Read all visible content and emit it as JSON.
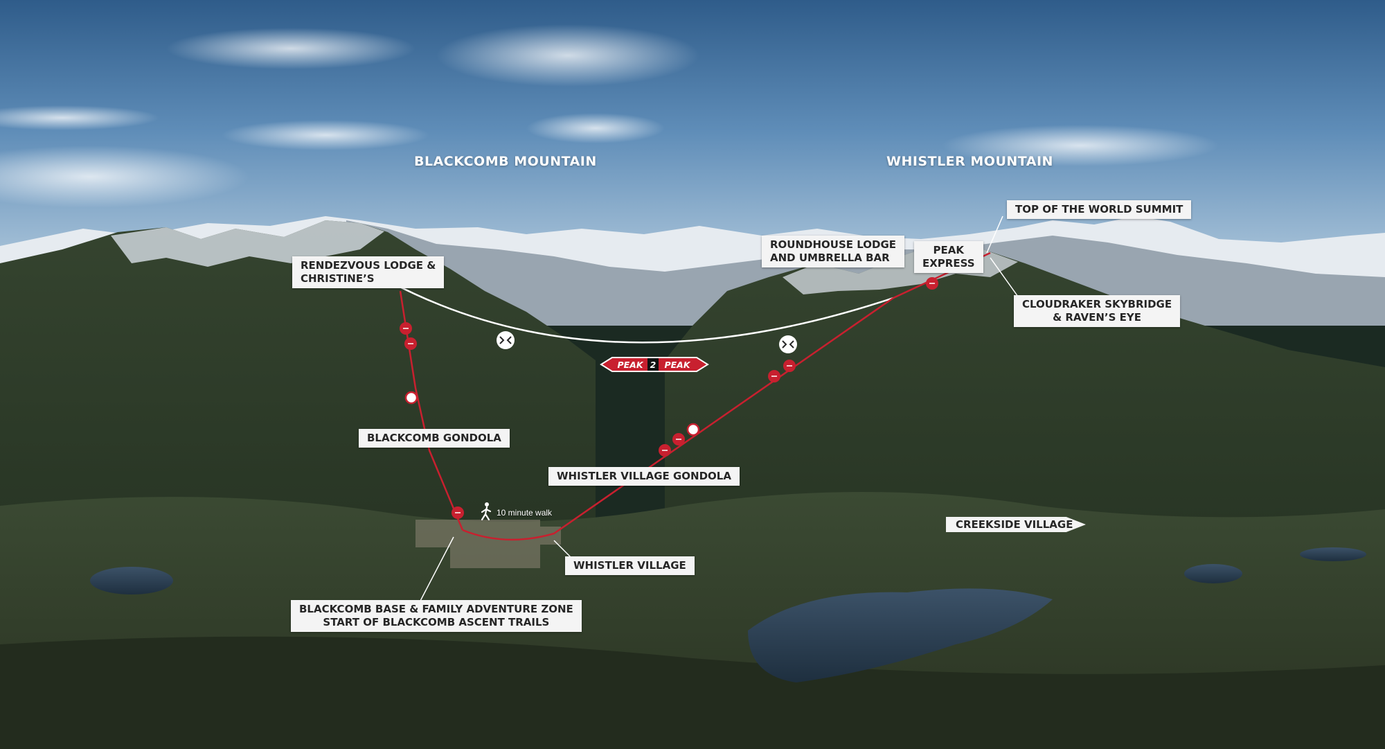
{
  "map": {
    "mountains": {
      "blackcomb": "BLACKCOMB MOUNTAIN",
      "whistler": "WHISTLER MOUNTAIN"
    },
    "labels": {
      "rendezvous": [
        "RENDEZVOUS LODGE &",
        "CHRISTINE’S"
      ],
      "blackcomb_gondola": "BLACKCOMB GONDOLA",
      "whistler_village_gondola": "WHISTLER VILLAGE GONDOLA",
      "roundhouse": [
        "ROUNDHOUSE LODGE",
        "AND UMBRELLA BAR"
      ],
      "peak_express": [
        "PEAK",
        "EXPRESS"
      ],
      "top_of_world": "TOP OF THE WORLD SUMMIT",
      "cloudraker": [
        "CLOUDRAKER SKYBRIDGE",
        "& RAVEN’S EYE"
      ],
      "creekside_village": "CREEKSIDE VILLAGE",
      "whistler_village": "WHISTLER VILLAGE",
      "blackcomb_base": [
        "BLACKCOMB BASE & FAMILY ADVENTURE ZONE",
        "START OF BLACKCOMB ASCENT TRAILS"
      ]
    },
    "peak2peak_badge": {
      "part1": "PEAK",
      "number": "2",
      "part2": "PEAK"
    },
    "walk_note": "10 minute walk",
    "colors": {
      "lift_red": "#c8202f",
      "peak2peak_line": "#ffffff",
      "label_bg": "#f4f4f4",
      "label_text": "#262626"
    },
    "icons": [
      "walking-person-icon",
      "gondola-cabin-icon",
      "station-marker-icon"
    ]
  }
}
